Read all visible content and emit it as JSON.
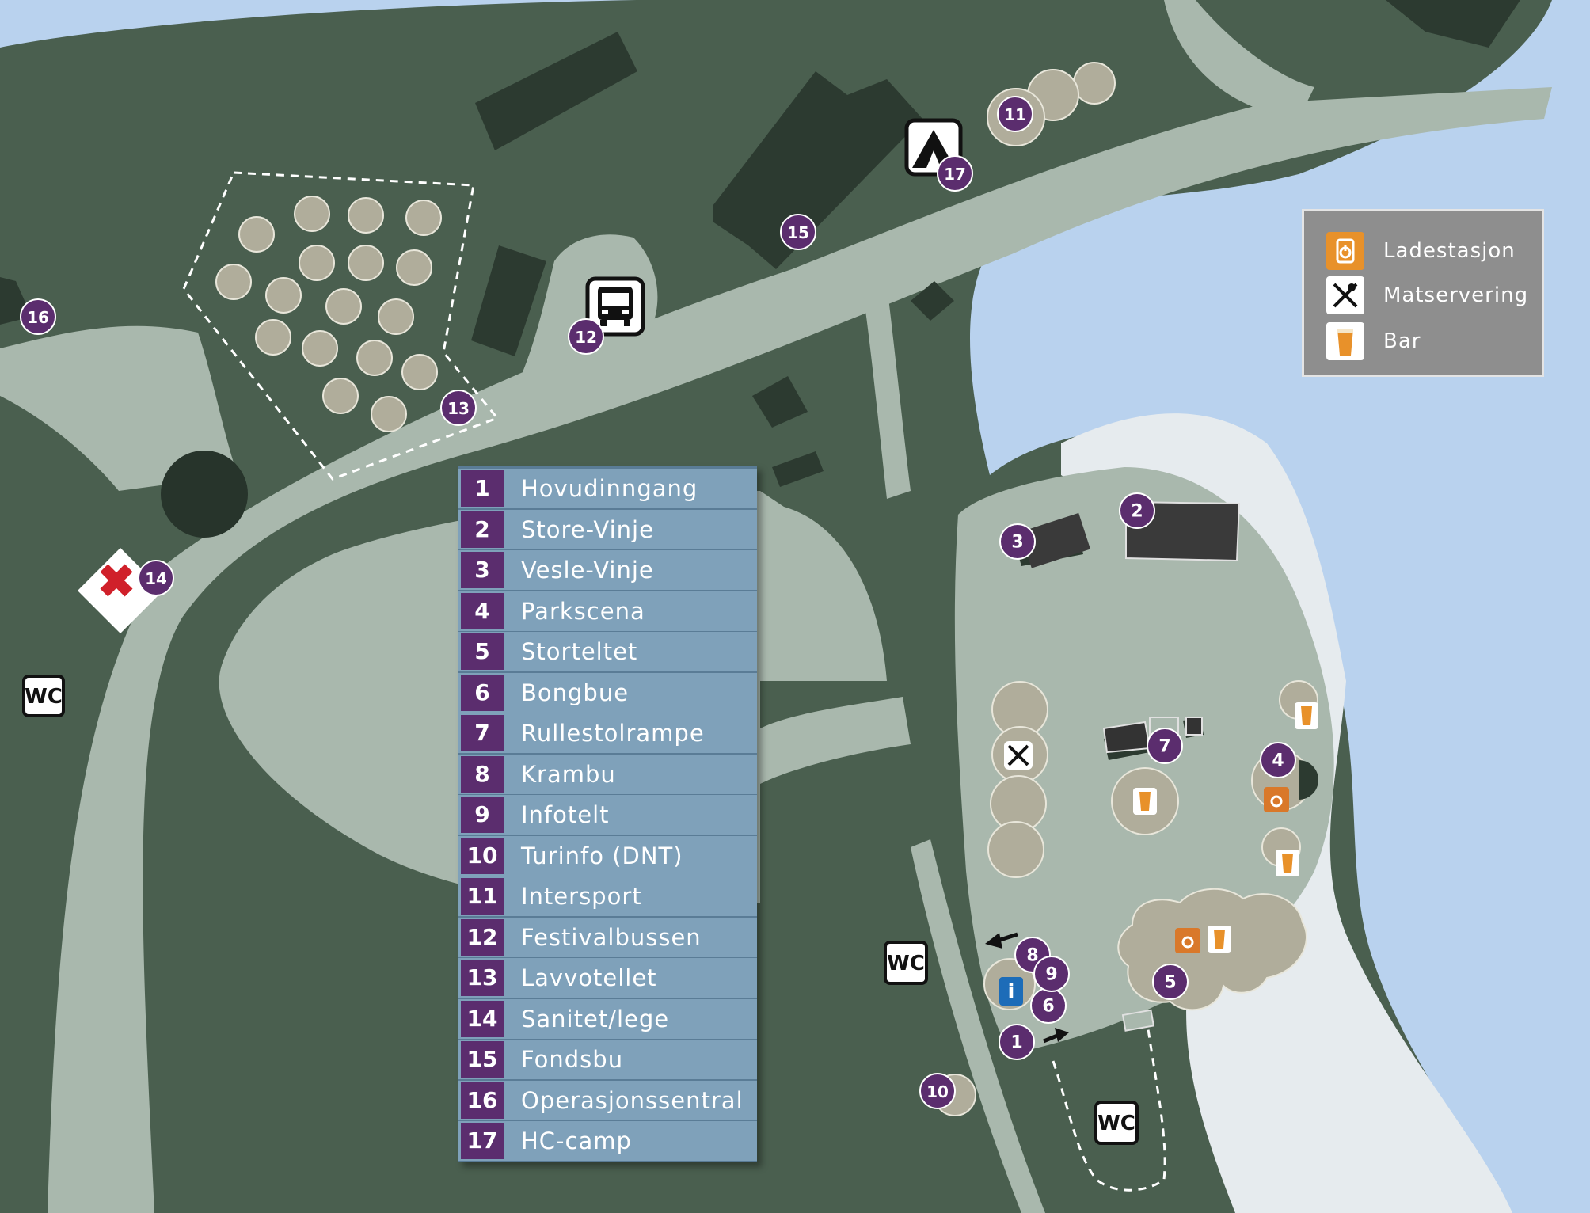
{
  "locations": [
    {
      "number": "1",
      "name": "Hovudinngang"
    },
    {
      "number": "2",
      "name": "Store-Vinje"
    },
    {
      "number": "3",
      "name": "Vesle-Vinje"
    },
    {
      "number": "4",
      "name": "Parkscena"
    },
    {
      "number": "5",
      "name": "Storteltet"
    },
    {
      "number": "6",
      "name": "Bongbue"
    },
    {
      "number": "7",
      "name": "Rullestolrampe"
    },
    {
      "number": "8",
      "name": "Krambu"
    },
    {
      "number": "9",
      "name": "Infotelt"
    },
    {
      "number": "10",
      "name": "Turinfo (DNT)"
    },
    {
      "number": "11",
      "name": "Intersport"
    },
    {
      "number": "12",
      "name": "Festivalbussen"
    },
    {
      "number": "13",
      "name": "Lavvotellet"
    },
    {
      "number": "14",
      "name": "Sanitet/lege"
    },
    {
      "number": "15",
      "name": "Fondsbu"
    },
    {
      "number": "16",
      "name": "Operasjonssentral"
    },
    {
      "number": "17",
      "name": "HC-camp"
    }
  ],
  "symbol_legend": [
    {
      "label": "Ladestasjon",
      "icon": "charging-station-icon",
      "color": "#e8912a"
    },
    {
      "label": "Matservering",
      "icon": "fork-knife-icon",
      "color": "#ffffff"
    },
    {
      "label": "Bar",
      "icon": "beer-glass-icon",
      "color": "#ffffff"
    }
  ],
  "wc_label": "WC",
  "info_glyph": "i",
  "colors": {
    "water": "#b9d2ee",
    "land": "#4a5f4f",
    "path": "#a9b8ad",
    "building": "#2c3a30",
    "tent": "#b0ad9b",
    "marker": "#5b2d6e",
    "beach": "#e6ebee"
  }
}
